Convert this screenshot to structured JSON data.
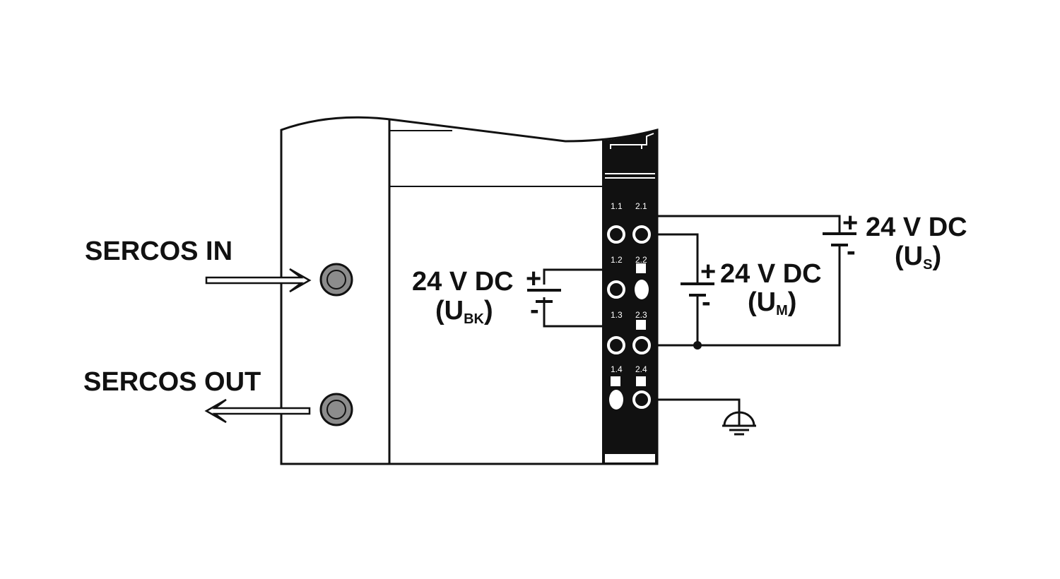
{
  "labels": {
    "sercos_in": "SERCOS IN",
    "sercos_out": "SERCOS OUT"
  },
  "supplies": {
    "us": {
      "voltage": "24 V DC",
      "paren_open": "(U",
      "subscript": "S",
      "paren_close": ")",
      "plus": "+",
      "minus": "-"
    },
    "um": {
      "voltage": "24 V DC",
      "paren_open": "(U",
      "subscript": "M",
      "paren_close": ")",
      "plus": "+",
      "minus": "-"
    },
    "ubk": {
      "voltage": "24 V DC",
      "paren_open": "(U",
      "subscript": "BK",
      "paren_close": ")",
      "plus": "+",
      "minus": "-"
    }
  },
  "terminals": [
    "1.1",
    "2.1",
    "1.2",
    "2.2",
    "1.3",
    "2.3",
    "1.4",
    "2.4"
  ],
  "colors": {
    "ink": "#111111",
    "port": "#8c8c8c",
    "panel": "#111111",
    "background": "#ffffff"
  }
}
